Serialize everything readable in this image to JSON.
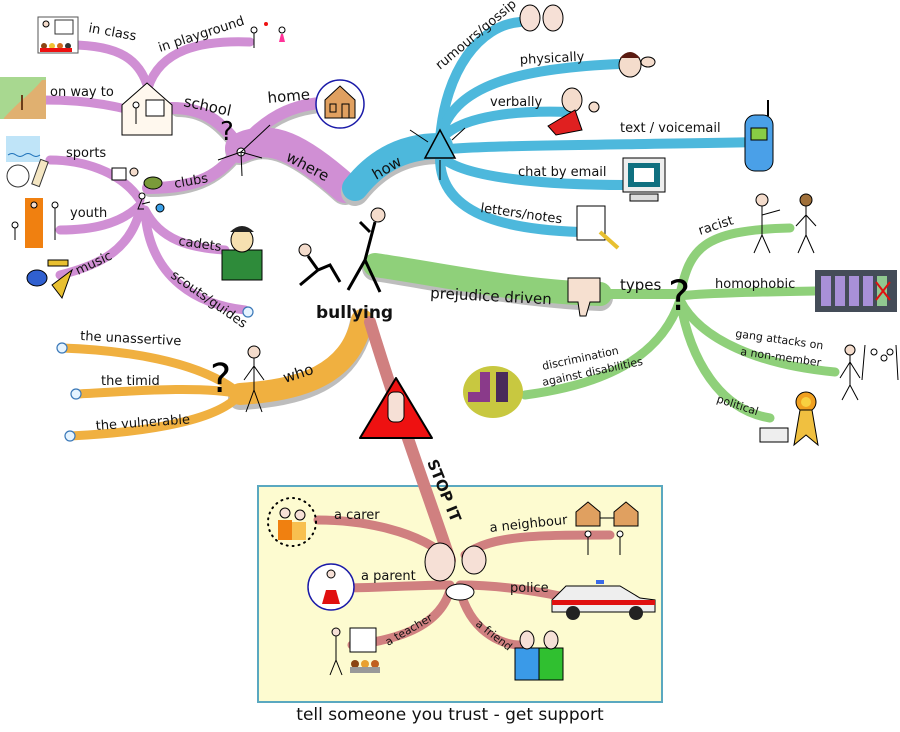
{
  "title": "bullying",
  "caption": "tell someone you trust - get support",
  "colors": {
    "where": "#d08fd4",
    "how": "#4db8dc",
    "types": "#8fd07a",
    "who": "#f0b040",
    "stop": "#d08080",
    "support_box_bg": "#fdfbd0",
    "support_box_border": "#5aa8c0",
    "stop_sign": "#ee1111"
  },
  "where": {
    "label": "where",
    "school": {
      "label": "school",
      "children": [
        "in class",
        "in playground",
        "on way to"
      ]
    },
    "home": "home",
    "clubs": {
      "label": "clubs",
      "children": [
        "sports",
        "youth",
        "music",
        "cadets",
        "scouts/guides"
      ]
    }
  },
  "how": {
    "label": "how",
    "children": [
      "rumours/gossip",
      "physically",
      "verbally",
      "text / voicemail",
      "chat by email",
      "letters/notes"
    ]
  },
  "types": {
    "branch": "prejudice driven",
    "label": "types",
    "children": [
      "racist",
      "homophobic",
      "gang attacks on",
      "a non-member",
      "political",
      "discrimination",
      "against disabilities"
    ]
  },
  "who": {
    "label": "who",
    "children": [
      "the unassertive",
      "the timid",
      "the vulnerable"
    ]
  },
  "stop": {
    "label": "STOP IT",
    "children": [
      "a carer",
      "a parent",
      "a teacher",
      "a friend",
      "police",
      "a neighbour"
    ]
  },
  "icons": {
    "center": "bullying-figures-icon",
    "stop_sign": "stop-hand-icon"
  }
}
